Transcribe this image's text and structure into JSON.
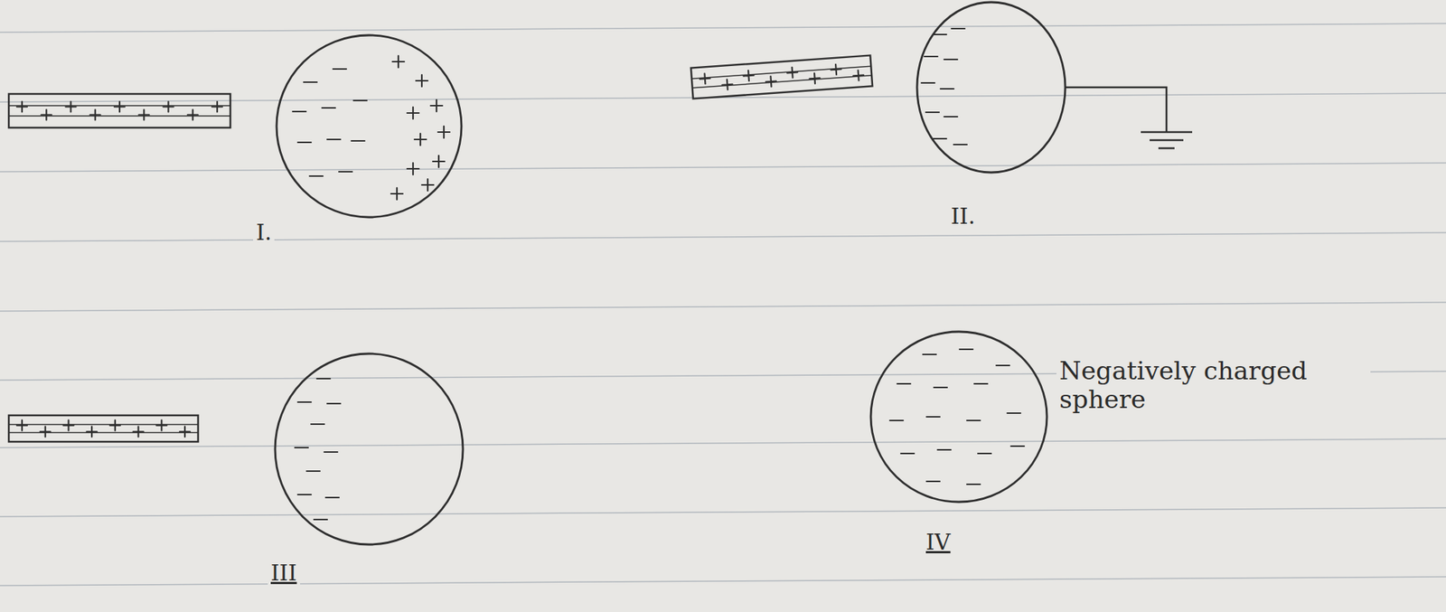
{
  "diagram": {
    "labels": [
      "I.",
      "II.",
      "III",
      "IV",
      "Negatively charged sphere"
    ]
  }
}
